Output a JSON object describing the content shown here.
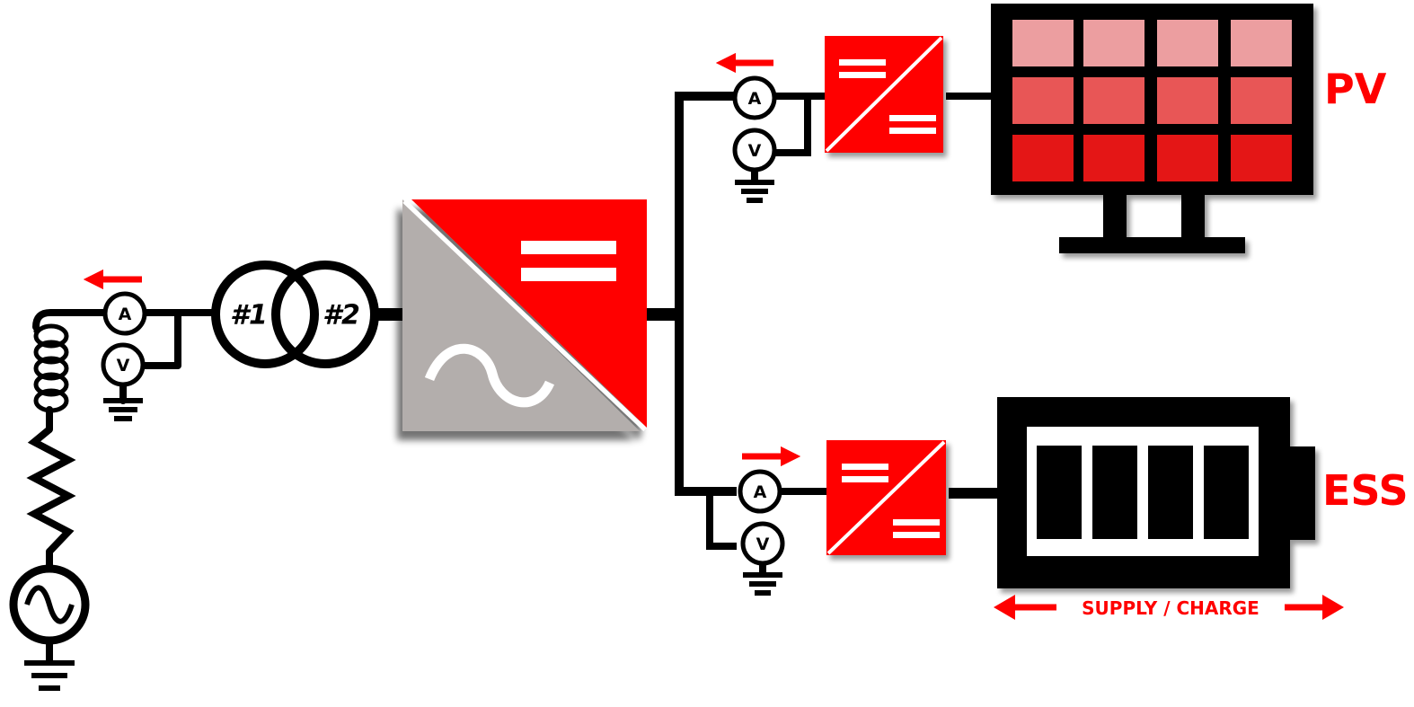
{
  "labels": {
    "pv": "PV",
    "ess": "ESS",
    "supply_charge": "SUPPLY / CHARGE"
  },
  "transformer": {
    "winding_1": "#1",
    "winding_2": "#2"
  },
  "meters": {
    "ammeter": "A",
    "voltmeter": "V"
  },
  "power_flow": {
    "grid": "toward-grid",
    "pv": "toward-grid",
    "ess": "toward-ess"
  },
  "colors": {
    "accent_red": "#ff0000",
    "converter_gray": "#b3aeac",
    "line_black": "#000000",
    "pv_cell_row1": "#ec9ea0",
    "pv_cell_row2": "#e85756",
    "pv_cell_row3": "#e41414"
  },
  "icons": {
    "grid_source": "ac-source-icon",
    "grid_inductance": "inductor-icon",
    "grid_resistance": "resistor-icon",
    "ground": "ground-icon",
    "main_converter": "ac-dc-converter-icon",
    "dc_converter": "dc-dc-converter-icon",
    "pv": "solar-panel-icon",
    "ess": "battery-icon"
  }
}
